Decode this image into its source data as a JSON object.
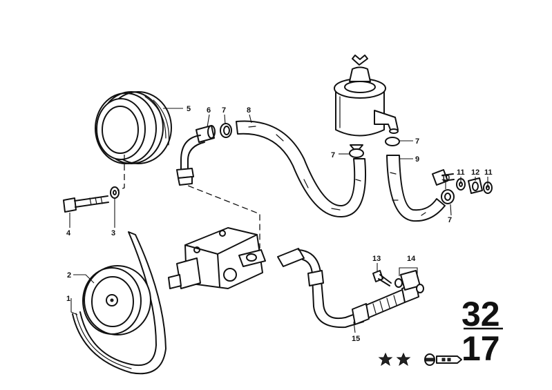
{
  "callouts": [
    "1",
    "2",
    "3",
    "4",
    "5",
    "6",
    "7",
    "7",
    "7",
    "7",
    "8",
    "9",
    "10",
    "11",
    "12",
    "11",
    "13",
    "14",
    "15"
  ],
  "group_code": {
    "top": "32",
    "bottom": "17"
  },
  "icons": [
    "star-icon",
    "star-icon",
    "wrench-symbol-icon"
  ]
}
